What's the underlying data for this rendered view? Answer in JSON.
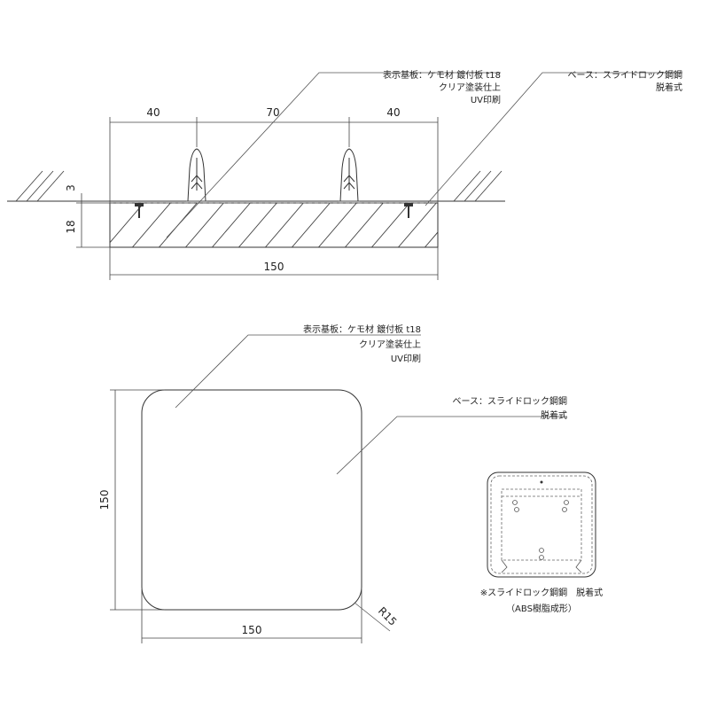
{
  "section_view": {
    "dim_top": [
      "40",
      "70",
      "40"
    ],
    "dim_bottom": "150",
    "dim_left_top": "3",
    "dim_left_bottom": "18",
    "note_board": [
      "表示基板：ケモ材 鍍付板 t18",
      "クリア塗装仕上",
      "UV印刷"
    ],
    "note_base": [
      "ベース：スライドロック鋼鋼",
      "脱着式"
    ]
  },
  "front_view": {
    "dim_height": "150",
    "dim_width": "150",
    "radius": "R15",
    "note_board": [
      "表示基板：ケモ材 鍍付板 t18",
      "クリア塗装仕上",
      "UV印刷"
    ],
    "note_base": [
      "ベース：スライドロック鋼鋼",
      "脱着式"
    ]
  },
  "detail_view": {
    "caption": [
      "※スライドロック鋼鋼　脱着式",
      "（ABS樹脂成形）"
    ]
  }
}
